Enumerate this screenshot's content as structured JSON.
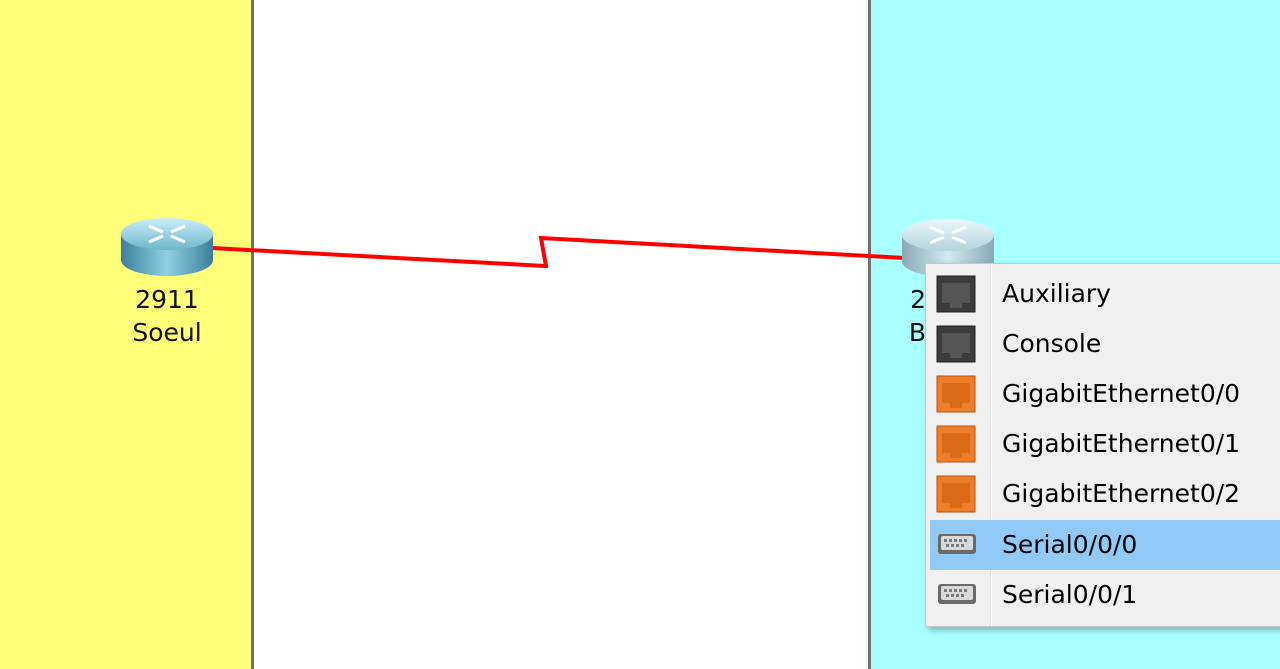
{
  "zones": {
    "left_color": "#ffff7a",
    "middle_color": "#ffffff",
    "right_color": "#aaffff"
  },
  "link": {
    "color": "#ff0000",
    "type": "serial"
  },
  "routers": [
    {
      "model": "2911",
      "name": "Soeul"
    },
    {
      "model": "2",
      "name": "B"
    }
  ],
  "context_menu": {
    "items": [
      {
        "label": "Auxiliary",
        "icon": "console-port-icon"
      },
      {
        "label": "Console",
        "icon": "console-port-icon"
      },
      {
        "label": "GigabitEthernet0/0",
        "icon": "ethernet-port-icon"
      },
      {
        "label": "GigabitEthernet0/1",
        "icon": "ethernet-port-icon"
      },
      {
        "label": "GigabitEthernet0/2",
        "icon": "ethernet-port-icon"
      },
      {
        "label": "Serial0/0/0",
        "icon": "serial-port-icon",
        "selected": true
      },
      {
        "label": "Serial0/0/1",
        "icon": "serial-port-icon"
      }
    ]
  }
}
